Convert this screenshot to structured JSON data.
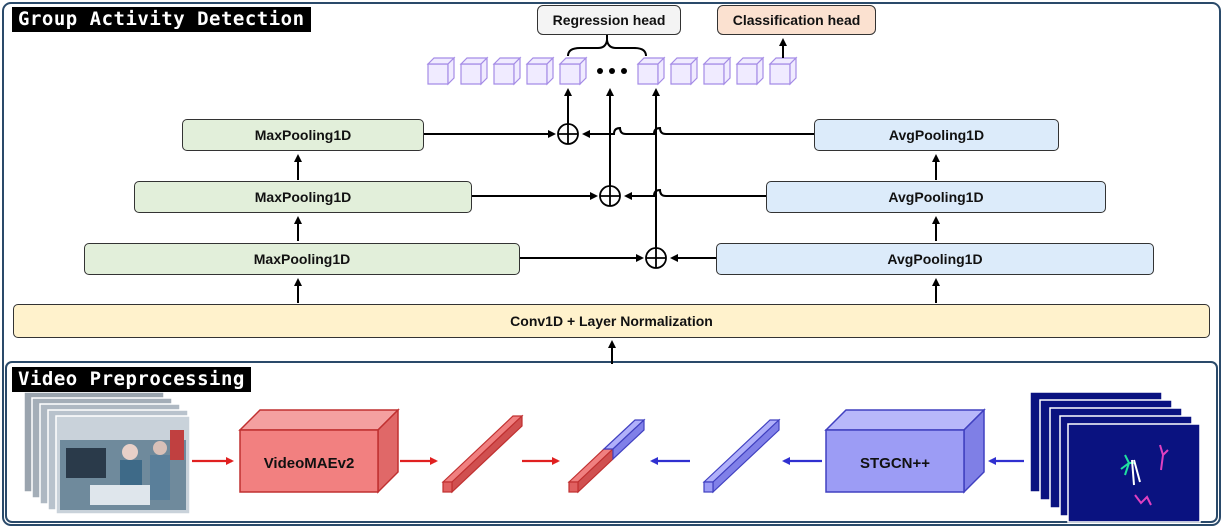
{
  "sections": {
    "group_activity": "Group Activity Detection",
    "video_preprocessing": "Video Preprocessing"
  },
  "heads": {
    "regression": "Regression head",
    "classification": "Classification head"
  },
  "pyramid": {
    "max_pool": [
      "MaxPooling1D",
      "MaxPooling1D",
      "MaxPooling1D"
    ],
    "avg_pool": [
      "AvgPooling1D",
      "AvgPooling1D",
      "AvgPooling1D"
    ]
  },
  "conv_block": "Conv1D + Layer Normalization",
  "preprocessing": {
    "video_encoder": "VideoMAEv2",
    "pose_encoder": "STGCN++"
  },
  "colors": {
    "video_branch": "#e02020",
    "pose_branch": "#3030d0",
    "token": "#b9a7f0",
    "video_block": "#f08080",
    "pose_block": "#9a9af5"
  }
}
